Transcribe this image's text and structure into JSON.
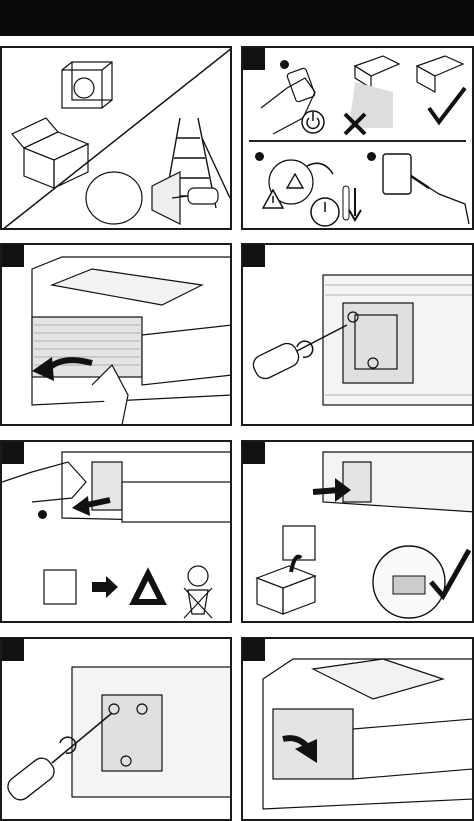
{
  "header": {
    "bar_color": "#0a0a0a"
  },
  "panels": [
    {
      "id": "prep",
      "illustration": "lamp-module-box-ladder-screwdriver"
    },
    {
      "id": "safety",
      "illustration": "power-off-cool-down-unplug",
      "icons": [
        "power-icon",
        "cross-icon",
        "check-icon",
        "warning-icon",
        "fan-icon",
        "clock-icon",
        "thermometer-icon",
        "outlet-icon"
      ]
    },
    {
      "id": "step-1",
      "illustration": "open-lamp-door"
    },
    {
      "id": "step-2",
      "illustration": "loosen-screws"
    },
    {
      "id": "step-3",
      "illustration": "remove-old-lamp-recycle",
      "icons": [
        "recycle-icon",
        "crossed-bin-icon",
        "arrow-right-icon"
      ]
    },
    {
      "id": "step-4",
      "illustration": "insert-new-lamp-check",
      "icons": [
        "check-icon",
        "box-icon"
      ]
    },
    {
      "id": "step-5",
      "illustration": "tighten-screws"
    },
    {
      "id": "step-6",
      "illustration": "close-lamp-door"
    }
  ],
  "colors": {
    "ink": "#111111",
    "panel_border": "#1a1a1a",
    "arrow": "#111111"
  }
}
